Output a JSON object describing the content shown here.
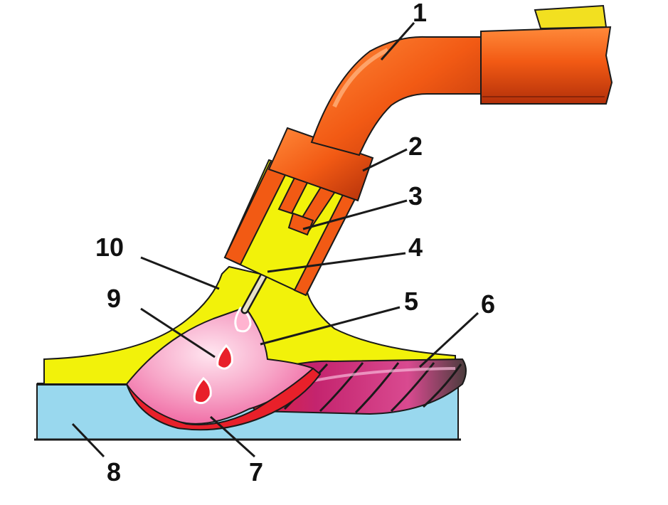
{
  "diagram": {
    "labels": [
      {
        "id": "label-1",
        "text": "1"
      },
      {
        "id": "label-2",
        "text": "2"
      },
      {
        "id": "label-3",
        "text": "3"
      },
      {
        "id": "label-4",
        "text": "4"
      },
      {
        "id": "label-5",
        "text": "5"
      },
      {
        "id": "label-6",
        "text": "6"
      },
      {
        "id": "label-7",
        "text": "7"
      },
      {
        "id": "label-8",
        "text": "8"
      },
      {
        "id": "label-9",
        "text": "9"
      },
      {
        "id": "label-10",
        "text": "10"
      }
    ],
    "colors": {
      "torch_orange": "#f25a14",
      "torch_dark": "#b3300a",
      "shield_gas_yellow": "#f2f20a",
      "base_metal_blue": "#99d8ee",
      "weld_pool_pink": "#f07ab0",
      "arc_light": "#ffd6e6",
      "bead_red": "#e8202a",
      "bead_magenta": "#c4246e",
      "bead_dark": "#4a3c3c",
      "electrode_wire": "#e8e0c8",
      "outline": "#1a1a1a"
    }
  }
}
